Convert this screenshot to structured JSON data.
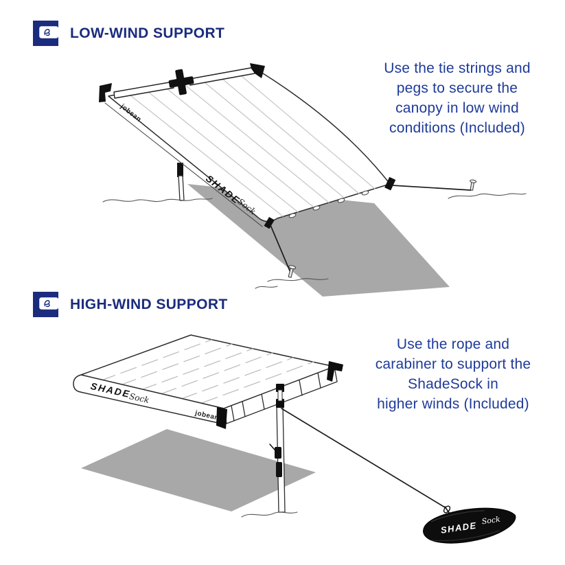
{
  "colors": {
    "header_navy": "#1b2c7e",
    "note_navy": "#1e3a99",
    "shadow_gray": "#a8a8a8",
    "line_ink": "#2a2a2a",
    "bag_black": "#0d0d0d"
  },
  "sections": [
    {
      "header": {
        "icon": "jobean-logo-icon",
        "title": "LOW-WIND SUPPORT"
      },
      "note": {
        "lines": [
          "Use the tie strings and",
          "pegs to secure the",
          "canopy in low wind",
          "conditions (Included)"
        ]
      },
      "canopy": {
        "side_brand": "jobean",
        "front_brand": "SHADE",
        "front_brand_script": "Sock"
      }
    },
    {
      "header": {
        "icon": "jobean-logo-icon",
        "title": "HIGH-WIND SUPPORT"
      },
      "note": {
        "lines": [
          "Use the rope and",
          "carabiner to support the",
          "ShadeSock in",
          "higher winds (Included)"
        ]
      },
      "canopy": {
        "front_brand": "SHADE",
        "front_brand_script": "Sock",
        "side_brand": "jobean"
      },
      "bag": {
        "brand": "SHADE",
        "brand_script": "Sock"
      }
    }
  ]
}
